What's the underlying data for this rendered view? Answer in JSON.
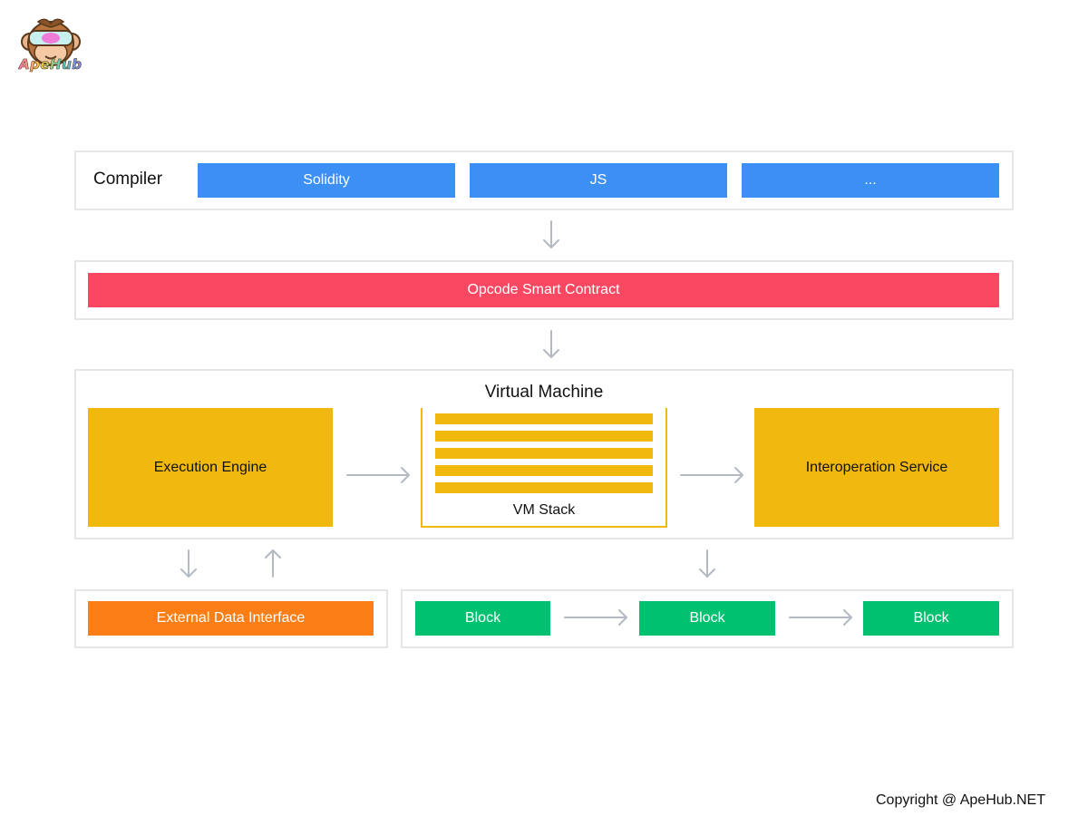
{
  "brand": {
    "logo_text": "ApeHub",
    "icon": "monkey-vr-icon"
  },
  "compiler": {
    "label": "Compiler",
    "languages": [
      "Solidity",
      "JS",
      "..."
    ]
  },
  "opcode": {
    "label": "Opcode Smart Contract"
  },
  "virtual_machine": {
    "title": "Virtual Machine",
    "execution_engine": "Execution Engine",
    "vm_stack": "VM Stack",
    "interoperation_service": "Interoperation Service"
  },
  "external_data_interface": "External Data Interface",
  "blocks": [
    "Block",
    "Block",
    "Block"
  ],
  "footer": {
    "copyright": "Copyright @ ApeHub.NET"
  },
  "colors": {
    "compiler": "#3b8ff5",
    "opcode": "#fb4862",
    "vm": "#f1b80e",
    "external": "#fb7f16",
    "block": "#00c170",
    "arrow": "#b4b9c2",
    "frame": "#e6e6e6"
  }
}
